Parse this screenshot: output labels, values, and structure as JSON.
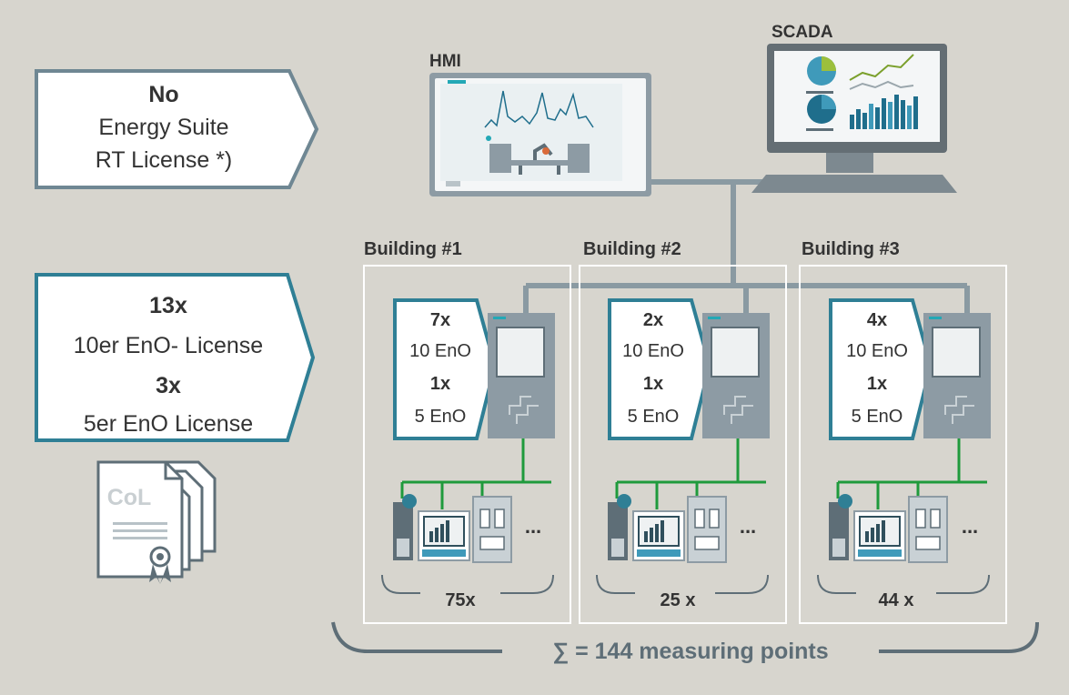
{
  "no_license_callout": {
    "line1": "No",
    "line2": "Energy Suite",
    "line3": "RT License *)"
  },
  "license_callout": {
    "count1": "13x",
    "type1": "10er EnO- License",
    "count2": "3x",
    "type2": "5er EnO License"
  },
  "col_label": "CoL",
  "hmi_label": "HMI",
  "scada_label": "SCADA",
  "buildings": [
    {
      "title": "Building #1",
      "tag_count1": "7x",
      "tag_type1": "10 EnO",
      "tag_count2": "1x",
      "tag_type2": "5 EnO",
      "devices_more": "...",
      "points": "75x"
    },
    {
      "title": "Building #2",
      "tag_count1": "2x",
      "tag_type1": "10 EnO",
      "tag_count2": "1x",
      "tag_type2": "5 EnO",
      "devices_more": "...",
      "points": "25 x"
    },
    {
      "title": "Building #3",
      "tag_count1": "4x",
      "tag_type1": "10 EnO",
      "tag_count2": "1x",
      "tag_type2": "5 EnO",
      "devices_more": "...",
      "points": "44 x"
    }
  ],
  "total": "∑ = 144 measuring points",
  "colors": {
    "background": "#d7d5ce",
    "callout_border": "#6f8793",
    "callout_border_teal": "#2f7f95",
    "network_green": "#1f9a3c",
    "connector_gray": "#8a9aa2",
    "text": "#333333"
  }
}
